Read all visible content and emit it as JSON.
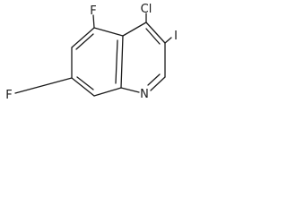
{
  "atoms": {
    "chlorine": "Cl",
    "iodine": "I",
    "fluorine_top": "F",
    "fluorine_left": "F",
    "nitrogen": "N"
  }
}
